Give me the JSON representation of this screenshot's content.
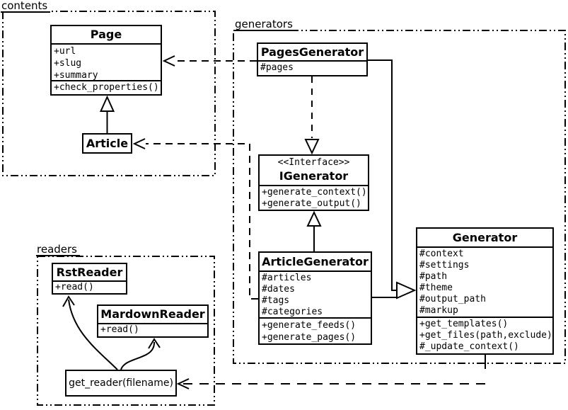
{
  "diagram": {
    "packages": {
      "contents": {
        "label": "contents"
      },
      "generators": {
        "label": "generators"
      },
      "readers": {
        "label": "readers"
      }
    },
    "classes": {
      "page": {
        "name": "Page",
        "attributes": [
          "+url",
          "+slug",
          "+summary"
        ],
        "methods": [
          "+check_properties()"
        ]
      },
      "article": {
        "name": "Article"
      },
      "pages_generator": {
        "name": "PagesGenerator",
        "attributes": [
          "#pages"
        ]
      },
      "igenerator": {
        "stereotype": "<<Interface>>",
        "name": "IGenerator",
        "methods": [
          "+generate_context()",
          "+generate_output()"
        ]
      },
      "article_generator": {
        "name": "ArticleGenerator",
        "attributes": [
          "#articles",
          "#dates",
          "#tags",
          "#categories"
        ],
        "methods": [
          "+generate_feeds()",
          "+generate_pages()"
        ]
      },
      "generator": {
        "name": "Generator",
        "attributes": [
          "#context",
          "#settings",
          "#path",
          "#theme",
          "#output_path",
          "#markup"
        ],
        "methods": [
          "+get_templates()",
          "+get_files(path,exclude)",
          "#_update_context()"
        ]
      },
      "rst_reader": {
        "name": "RstReader",
        "methods": [
          "+read()"
        ]
      },
      "mardown_reader": {
        "name": "MardownReader",
        "methods": [
          "+read()"
        ]
      },
      "get_reader": {
        "label": "get_reader(filename)"
      }
    },
    "colors": {
      "line": "#000000",
      "background": "#ffffff"
    }
  }
}
